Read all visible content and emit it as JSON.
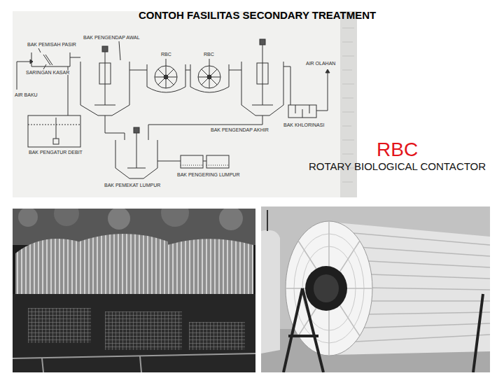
{
  "diagram": {
    "title": "CONTOH FASILITAS SECONDARY TREATMENT",
    "labels": [
      "BAK PEMISAH PASIR",
      "BAK PENGENDAP AWAL",
      "SARINGAN KASAR",
      "RBC",
      "RBC",
      "AIR OLAHAN",
      "AIR BAKU",
      "BAK KHLORINASI",
      "BAK PENGENDAP AKHIR",
      "BAK PENGATUR DEBIT",
      "BAK PEMEKAT LUMPUR",
      "BAK PENGERING LUMPUR",
      "RBC",
      "ROTARY BIOLOGICAL CONTACTOR"
    ]
  }
}
